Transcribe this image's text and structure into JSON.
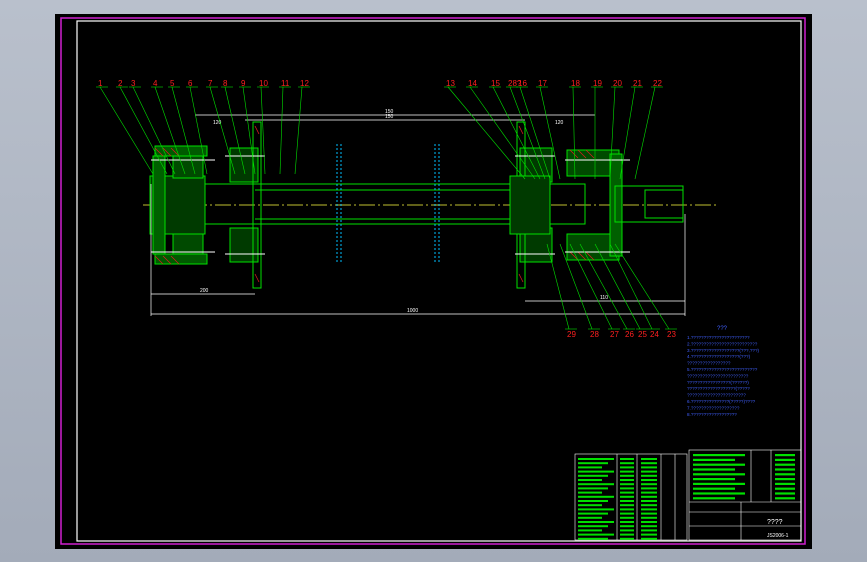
{
  "balloons_top": [
    "1",
    "2",
    "3",
    "4",
    "5",
    "6",
    "7",
    "8",
    "9",
    "10",
    "11",
    "12",
    "13",
    "14",
    "15",
    "28?",
    "16",
    "17",
    "18",
    "19",
    "20",
    "21",
    "22"
  ],
  "balloons_bottom": [
    "29",
    "28",
    "27",
    "26",
    "25",
    "24",
    "23"
  ],
  "dimensions": {
    "top_long": "150",
    "top_mid": "150",
    "top_left": "120",
    "top_right": "120",
    "left_bottom": "200",
    "right_bottom": "110",
    "overall": "1000"
  },
  "notes": {
    "heading": "???",
    "lines": [
      "1.???????????????????????",
      "2.??????????????????????????",
      "3.???????????????????(???,???)",
      "4.???????????????????(???)",
      "  ?????????????????",
      "5.??????????????????????????",
      "  ????????????????????????",
      "  ?????????????????(??????)",
      "  ???????????????????(?????",
      "  ???????????????????????",
      "6.???????????????(?????)????",
      "7.???????????????????",
      "8.??????????????????"
    ]
  },
  "title_block": {
    "title": "????",
    "drawing_no": "JS2006-1"
  },
  "colors": {
    "frame": "#d020d0",
    "border": "#ffffff",
    "part": "#00e000",
    "leader": "#00e000",
    "dim": "#ffffff",
    "center": "#ffff40",
    "balloon": "#ff2020",
    "notes": "#4060ff",
    "section_mark": "#00c0ff"
  }
}
